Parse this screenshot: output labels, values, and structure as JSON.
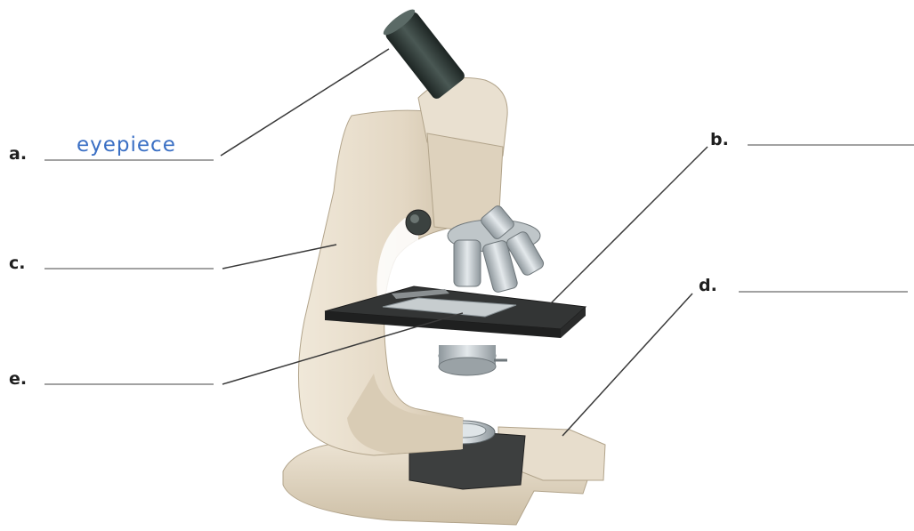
{
  "labels": {
    "a": {
      "letter": "a.",
      "answer": "eyepiece"
    },
    "b": {
      "letter": "b.",
      "answer": ""
    },
    "c": {
      "letter": "c.",
      "answer": ""
    },
    "d": {
      "letter": "d.",
      "answer": ""
    },
    "e": {
      "letter": "e.",
      "answer": ""
    }
  },
  "colors": {
    "body": "#e6dccb",
    "body_shadow": "#c9bca5",
    "stage": "#3b3b3b",
    "eyepiece": "#2f3b38",
    "metal": "#b9c0c4",
    "answer_ink": "#3a6fc4"
  }
}
